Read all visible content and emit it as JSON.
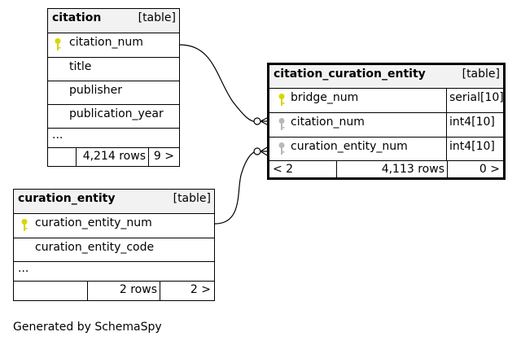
{
  "tables": {
    "citation": {
      "name": "citation",
      "type": "[table]",
      "columns": [
        {
          "name": "citation_num",
          "key": "primary"
        },
        {
          "name": "title"
        },
        {
          "name": "publisher"
        },
        {
          "name": "publication_year"
        }
      ],
      "more": "...",
      "rows": "4,214 rows",
      "children": "9 >"
    },
    "citation_curation_entity": {
      "name": "citation_curation_entity",
      "type": "[table]",
      "columns": [
        {
          "name": "bridge_num",
          "key": "primary",
          "type": "serial[10]"
        },
        {
          "name": "citation_num",
          "key": "foreign",
          "type": "int4[10]"
        },
        {
          "name": "curation_entity_num",
          "key": "foreign",
          "type": "int4[10]"
        }
      ],
      "parents": "< 2",
      "rows": "4,113 rows",
      "children": "0 >"
    },
    "curation_entity": {
      "name": "curation_entity",
      "type": "[table]",
      "columns": [
        {
          "name": "curation_entity_num",
          "key": "primary"
        },
        {
          "name": "curation_entity_code"
        }
      ],
      "more": "...",
      "rows": "2 rows",
      "children": "2 >"
    }
  },
  "relationships": [
    {
      "from": "citation.citation_num",
      "to": "citation_curation_entity.citation_num"
    },
    {
      "from": "curation_entity.curation_entity_num",
      "to": "citation_curation_entity.curation_entity_num"
    }
  ],
  "colors": {
    "primary_key": "#d6d60a",
    "foreign_key": "#b8b8b8",
    "header_bg": "#f2f2f2"
  },
  "footer": "Generated by SchemaSpy"
}
